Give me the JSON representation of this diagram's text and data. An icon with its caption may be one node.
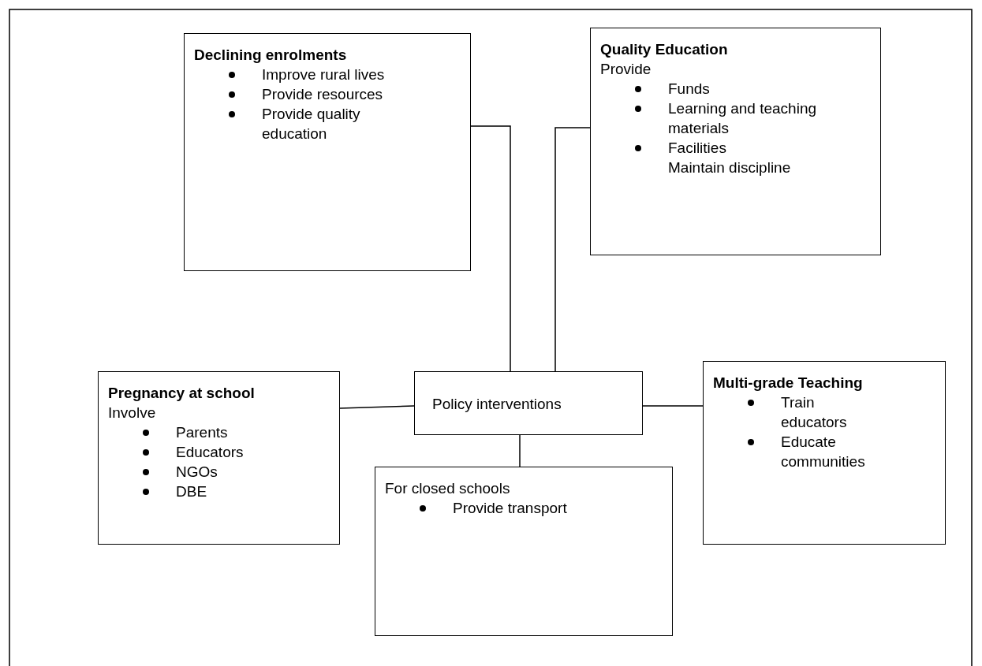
{
  "diagram": {
    "nodes": [
      {
        "text": [
          "Declining enrolments",
          "Improve rural lives",
          "Provide resources",
          "Provide quality education"
        ]
      },
      {
        "text": [
          "Quality Education",
          "Provide",
          "Funds",
          "Learning and teaching materials",
          "Facilities",
          "Maintain discipline"
        ]
      },
      {
        "text": [
          "Pregnancy at school",
          "Involve",
          "Parents",
          "Educators",
          "NGOs",
          "DBE"
        ]
      },
      {
        "text": [
          "Policy interventions"
        ]
      },
      {
        "text": [
          "Multi-grade Teaching",
          "Train educators",
          "Educate communities"
        ]
      },
      {
        "text": [
          "For closed schools",
          "Provide transport"
        ]
      }
    ],
    "edges": [
      {
        "from": 0,
        "to": 3,
        "arrow": "none"
      },
      {
        "from": 1,
        "to": 3,
        "arrow": "none"
      },
      {
        "from": 2,
        "to": 3,
        "arrow": "none"
      },
      {
        "from": 4,
        "to": 3,
        "arrow": "none"
      },
      {
        "from": 3,
        "to": 5,
        "arrow": "none"
      }
    ]
  }
}
